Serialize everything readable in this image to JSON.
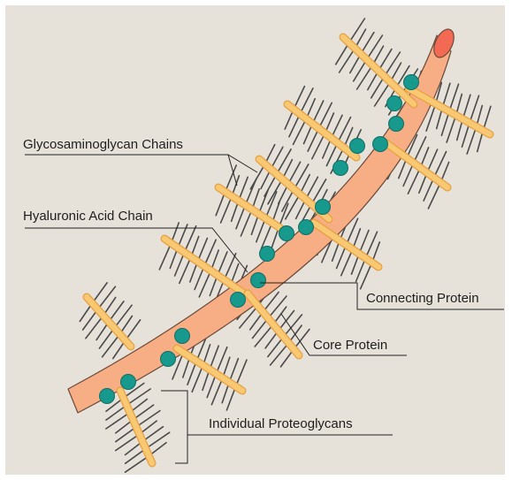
{
  "labels": {
    "gag_chains": "Glycosaminoglycan Chains",
    "hyaluronic_acid": "Hyaluronic Acid Chain",
    "connecting_protein": "Connecting Protein",
    "core_protein": "Core Protein",
    "individual_proteoglycans": "Individual Proteoglycans"
  },
  "colors": {
    "background": "#e6e2d9",
    "hyaluronic_fill": "#f7ae85",
    "hyaluronic_end": "#f26a54",
    "core_protein": "#f8c873",
    "core_protein_outline": "#e8a040",
    "connecting_protein": "#17998d",
    "gag_chain": "#4a4a4a",
    "leader_line": "#222222"
  }
}
